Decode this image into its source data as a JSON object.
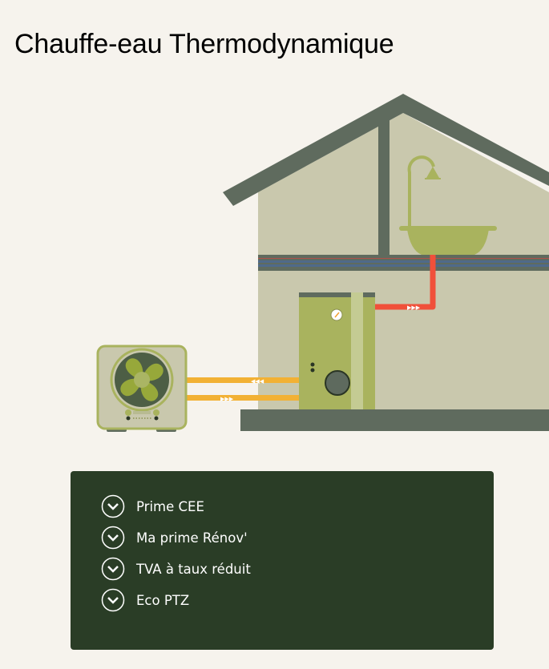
{
  "title": "Chauffe-eau Thermodynamique",
  "colors": {
    "background": "#f6f3ed",
    "roof": "#5f6b5e",
    "wall": "#c9c8ad",
    "green": "#a9b35e",
    "hot_pipe": "#f0503a",
    "cold_pipe": "#f2b134",
    "panel": "#2a3d26"
  },
  "panel": {
    "items": [
      {
        "label": "Prime CEE",
        "icon": "chevron-down-circle-icon"
      },
      {
        "label": "Ma prime Rénov'",
        "icon": "chevron-down-circle-icon"
      },
      {
        "label": "TVA à taux réduit",
        "icon": "chevron-down-circle-icon"
      },
      {
        "label": "Eco PTZ",
        "icon": "chevron-down-circle-icon"
      }
    ]
  }
}
